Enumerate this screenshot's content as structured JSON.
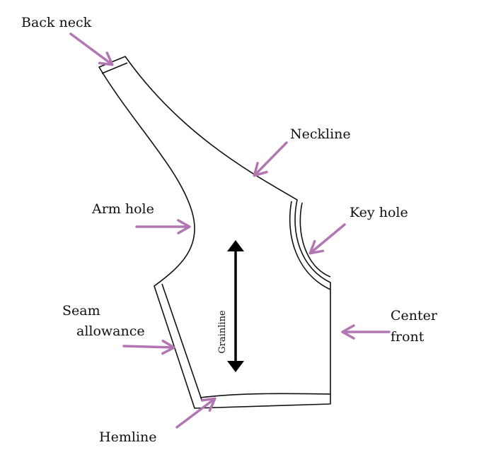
{
  "labels": {
    "back_neck": "Back neck",
    "neckline": "Neckline",
    "arm_hole": "Arm hole",
    "key_hole": "Key hole",
    "seam_line1": "Seam",
    "seam_line2": "allowance",
    "center_front_line1": "Center",
    "center_front_line2": "front",
    "hemline": "Hemline",
    "grainline": "Grainline"
  },
  "colors": {
    "arrow": "#b276b2",
    "outline": "#111111",
    "grainline": "#000000"
  }
}
